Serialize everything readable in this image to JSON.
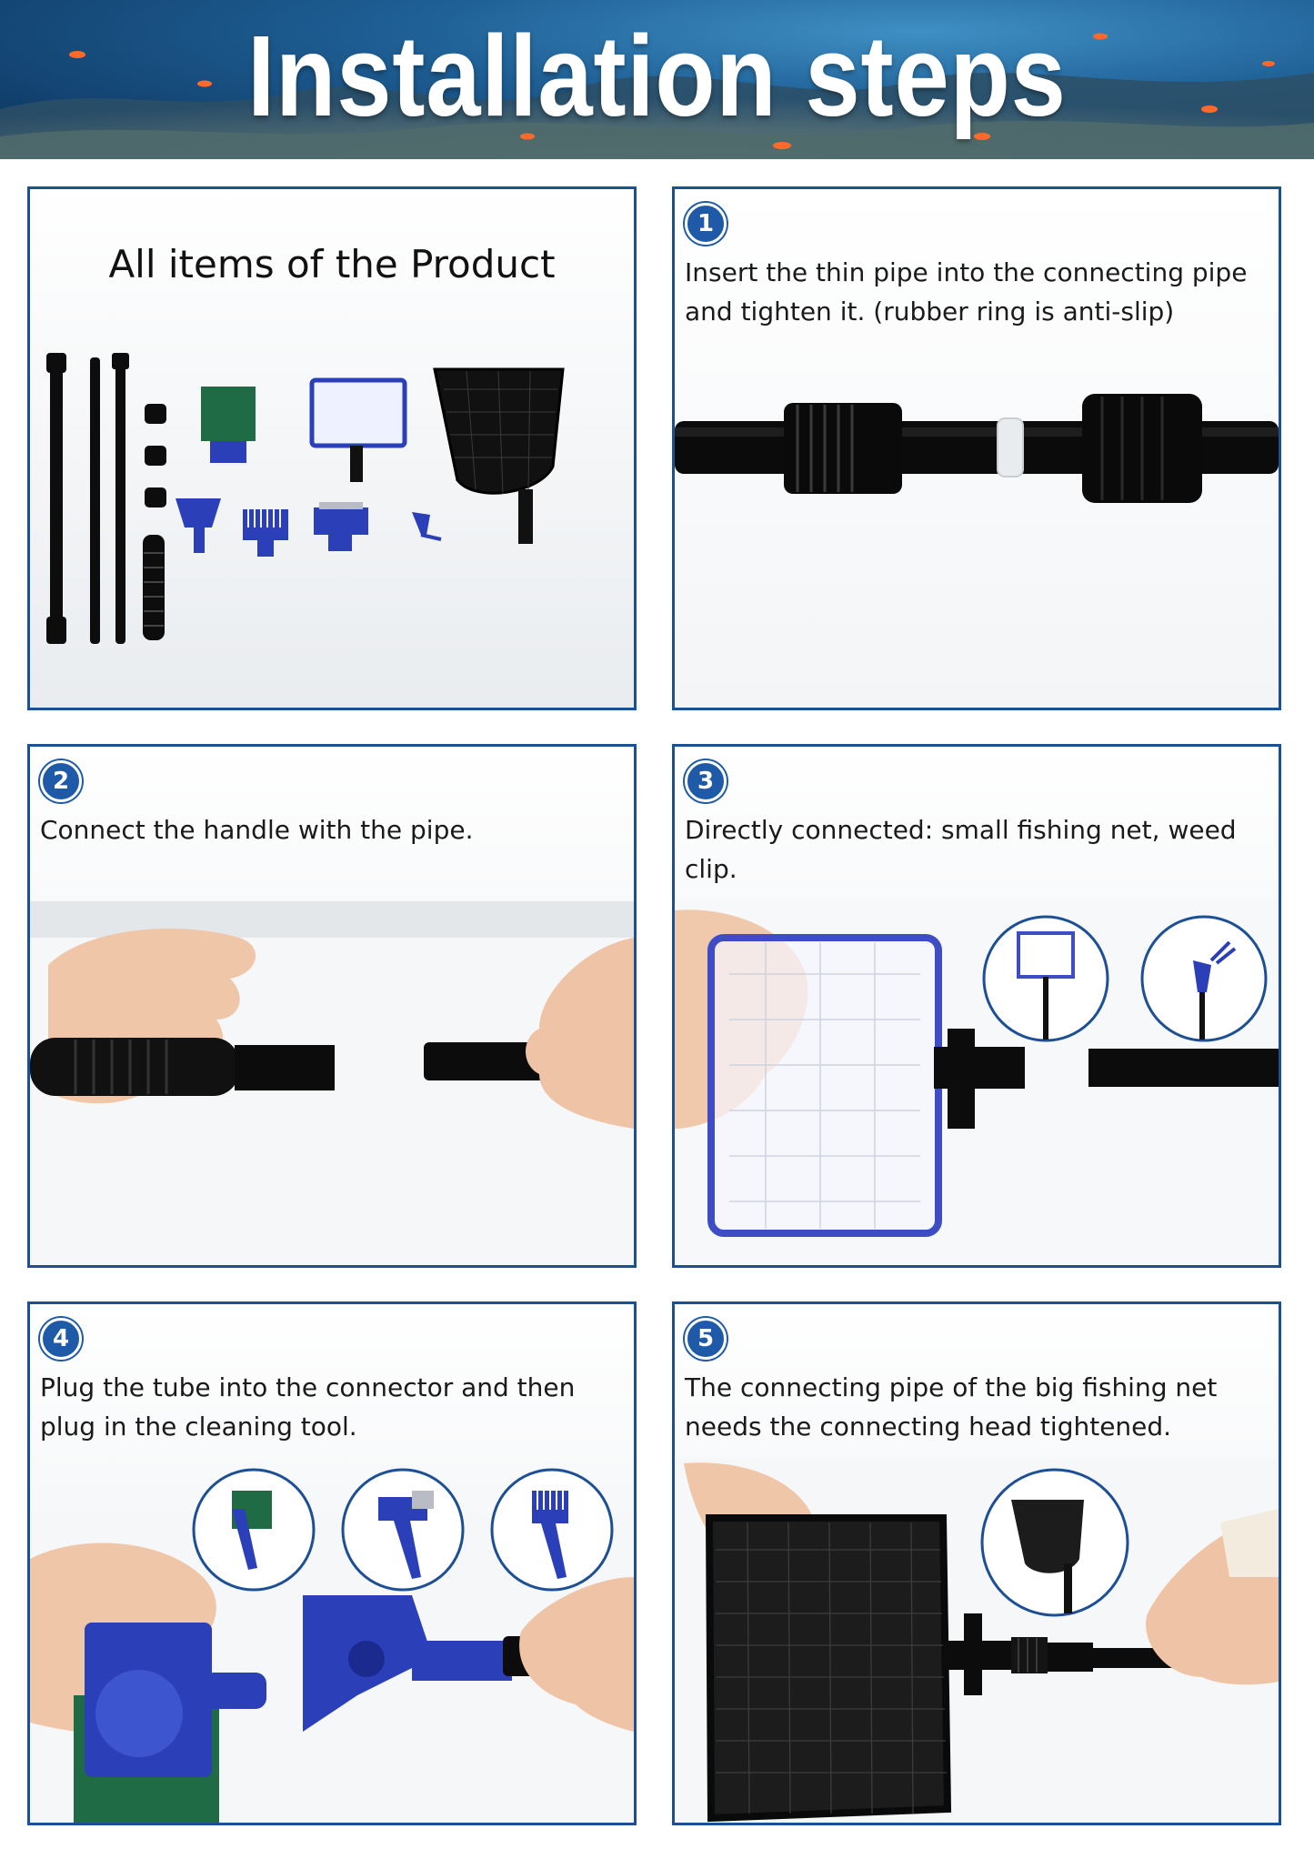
{
  "banner": {
    "title": "Installation steps"
  },
  "overview": {
    "title": "All items of the Product"
  },
  "steps": [
    {
      "number": "1",
      "caption": "Insert the thin pipe into the connecting pipe and tighten it. (rubber ring is anti-slip)"
    },
    {
      "number": "2",
      "caption": "Connect the handle with the pipe."
    },
    {
      "number": "3",
      "caption": "Directly connected: small fishing net, weed clip."
    },
    {
      "number": "4",
      "caption": "Plug the tube into the connector and then plug in the cleaning tool."
    },
    {
      "number": "5",
      "caption": "The connecting pipe of the big fishing net needs the connecting head tightened."
    }
  ],
  "colors": {
    "frame": "#1d4f95",
    "badge": "#1f5aa8",
    "tool_blue": "#2a3fb8",
    "sponge_green": "#1f6b45"
  }
}
